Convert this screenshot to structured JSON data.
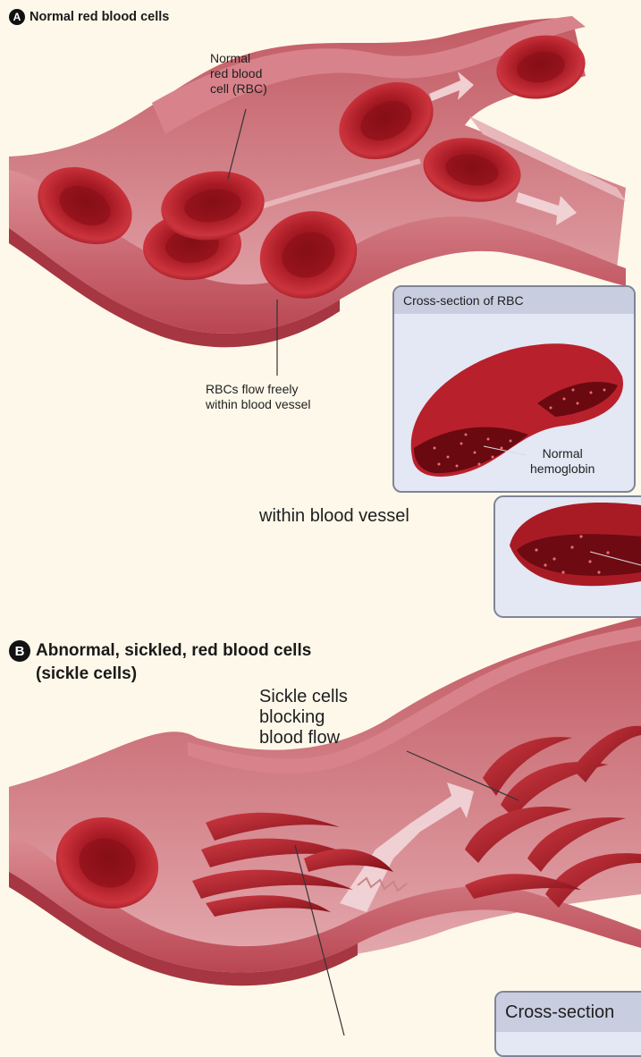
{
  "panel_a": {
    "badge": "A",
    "title": "Normal red blood cells",
    "label_rbc": "Normal\nred blood\ncell (RBC)",
    "label_flow": "RBCs flow freely\nwithin blood vessel",
    "inset_title": "Cross-section of RBC",
    "inset_label": "Normal\nhemoglobin"
  },
  "duplicate_fragment": {
    "label_flow_tail": "within blood vessel"
  },
  "panel_b": {
    "badge": "B",
    "title": "Abnormal, sickled, red blood cells\n(sickle cells)",
    "label_blocking": "Sickle cells\nblocking\nblood flow",
    "inset_title": "Cross-section"
  },
  "colors": {
    "background": "#fdf8ea",
    "vessel_outer": "#c0505c",
    "vessel_inner": "#e9a2a8",
    "rbc_dark": "#8f1018",
    "rbc_mid": "#b8212b",
    "rbc_light": "#d8444c",
    "inset_bg": "#e4e7f4",
    "inset_header": "#c9cde0"
  }
}
